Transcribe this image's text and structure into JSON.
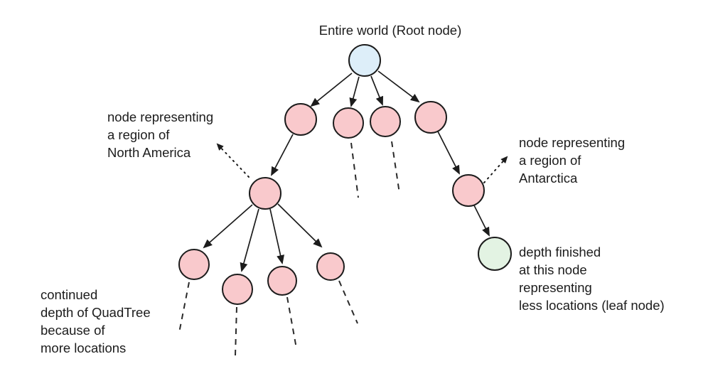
{
  "diagram": {
    "title": "Entire world (Root node)",
    "labels": {
      "north_america": "node representing\na region of\nNorth America",
      "antarctica": "node representing\na region of\nAntarctica",
      "leaf": "depth finished\nat this node\nrepresenting\nless locations (leaf node)",
      "continued_depth": "continued\ndepth of QuadTree\nbecause of\nmore locations"
    },
    "nodes": {
      "root": {
        "role": "root node (entire world)",
        "fill": "#ddeef9"
      },
      "region": {
        "role": "internal region nodes",
        "fill": "#f9c9cc",
        "count": 10
      },
      "leaf": {
        "role": "leaf node (less locations)",
        "fill": "#e3f3e3"
      }
    },
    "colors": {
      "root_fill": "#ddeef9",
      "region_fill": "#f9c9cc",
      "leaf_fill": "#e3f3e3",
      "stroke": "#1c1c1c"
    }
  }
}
